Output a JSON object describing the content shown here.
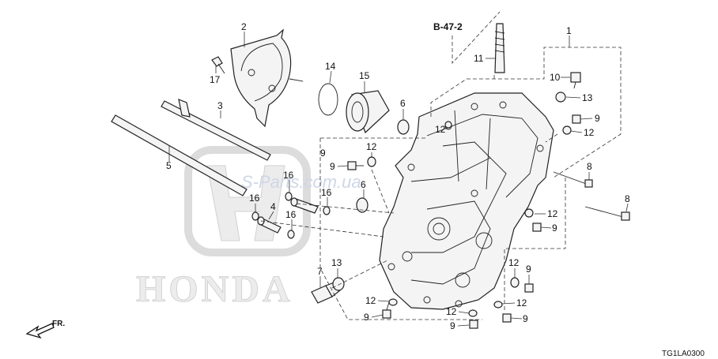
{
  "diagram": {
    "reference": "B-47-2",
    "drawing_code": "TG1LA0300",
    "direction_label": "FR.",
    "watermark_site": "S-Parts.com.ua",
    "watermark_brand": "HONDA",
    "callouts": [
      "1",
      "2",
      "3",
      "4",
      "5",
      "6",
      "6",
      "7",
      "8",
      "8",
      "9",
      "9",
      "9",
      "9",
      "9",
      "9",
      "9",
      "9",
      "10",
      "11",
      "12",
      "12",
      "12",
      "12",
      "12",
      "12",
      "12",
      "12",
      "13",
      "13",
      "14",
      "15",
      "16",
      "16",
      "16",
      "16",
      "17"
    ]
  }
}
